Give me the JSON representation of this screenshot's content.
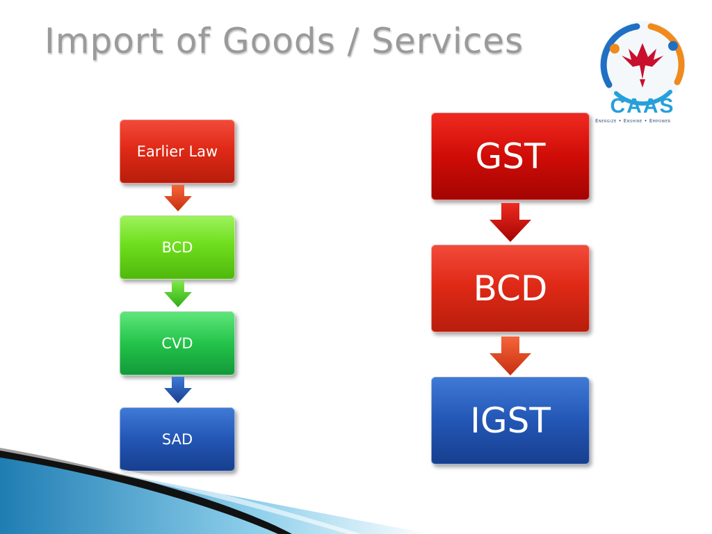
{
  "title": "Import of Goods / Services",
  "logo": {
    "text": "CAAS",
    "tagline": "Energize • Enshine • Empower",
    "colors": {
      "ring_blue": "#1f6fc4",
      "ring_orange": "#f08a1c",
      "bird": "#c8102e",
      "text": "#27a0d9"
    }
  },
  "left_flow": {
    "nodes": [
      {
        "label": "Earlier Law",
        "color": "#e02a17"
      },
      {
        "label": "BCD",
        "color": "#6fde1d"
      },
      {
        "label": "CVD",
        "color": "#24c34a"
      },
      {
        "label": "SAD",
        "color": "#2356b5"
      }
    ]
  },
  "right_flow": {
    "nodes": [
      {
        "label": "GST",
        "color": "#d00c07"
      },
      {
        "label": "BCD",
        "color": "#e02a17"
      },
      {
        "label": "IGST",
        "color": "#2356b5"
      }
    ]
  }
}
